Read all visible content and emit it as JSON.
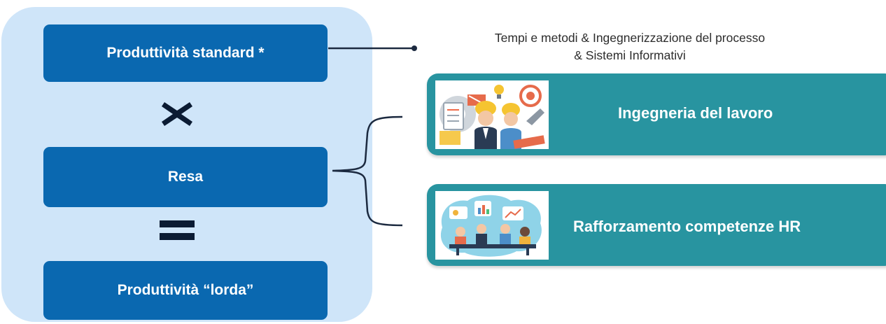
{
  "left_panel": {
    "box_top": "Produttività standard *",
    "box_middle": "Resa",
    "box_bottom": "Produttività “lorda”",
    "operator_top": "multiply-icon",
    "operator_bottom": "equals-icon"
  },
  "right_panel": {
    "top_label": "Tempi e metodi & Ingegnerizzazione del processo\n& Sistemi Informativi",
    "card_1": {
      "label": "Ingegneria del lavoro",
      "icon": "engineering-workers-illustration"
    },
    "card_2": {
      "label": "Rafforzamento competenze HR",
      "icon": "team-meeting-illustration"
    }
  },
  "colors": {
    "panel_bg": "#cfe5f9",
    "box_blue": "#0a68b0",
    "card_teal": "#2894a0",
    "connector": "#1c2a40"
  }
}
